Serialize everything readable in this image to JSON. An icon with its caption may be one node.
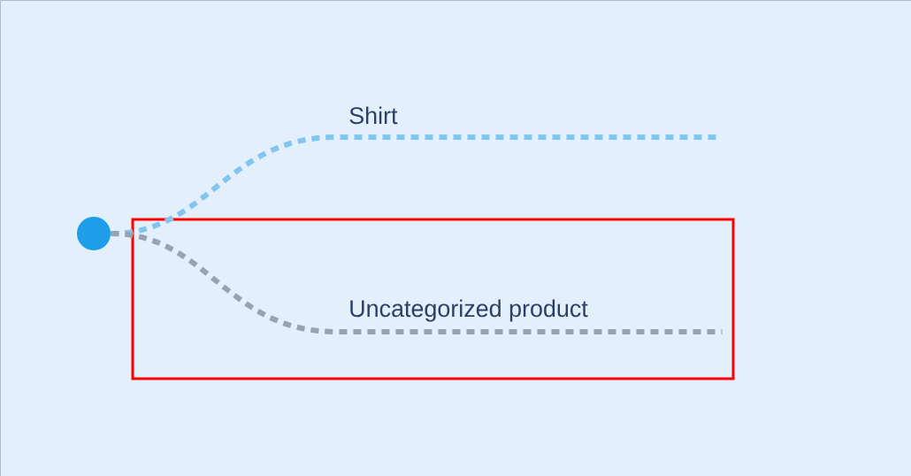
{
  "diagram": {
    "nodes": [
      {
        "text": [],
        "shape": "circle"
      },
      {
        "text": [],
        "shape": "box"
      }
    ],
    "edges": [
      {
        "from": 0,
        "to": null,
        "arrow": "none",
        "style": "dashed",
        "color": "#80c6f0",
        "label": "Shirt"
      },
      {
        "from": 0,
        "to": 1,
        "arrow": "none",
        "style": "dashed",
        "color": "#98a3b0",
        "label": "Uncategorized product"
      }
    ]
  }
}
